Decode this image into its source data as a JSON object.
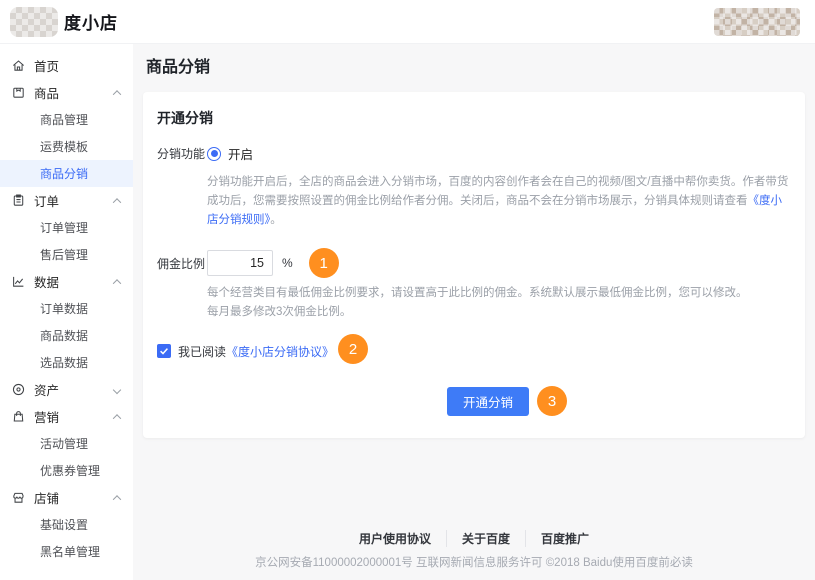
{
  "colors": {
    "primary_blue": "#3B6BF5",
    "badge_orange": "#FF8F1F",
    "active_item_bg": "#EDF3FE"
  },
  "header": {
    "app_name": "度小店",
    "logo": "blurred-logo",
    "user_area": "blurred-user-info"
  },
  "sidebar": {
    "items": [
      {
        "label": "首页",
        "icon": "home-icon"
      },
      {
        "label": "商品",
        "icon": "goods-icon",
        "state": "expanded"
      },
      {
        "label": "商品管理"
      },
      {
        "label": "运费模板"
      },
      {
        "label": "商品分销",
        "active": true
      },
      {
        "label": "订单",
        "icon": "order-icon",
        "state": "expanded"
      },
      {
        "label": "订单管理"
      },
      {
        "label": "售后管理"
      },
      {
        "label": "数据",
        "icon": "data-icon",
        "state": "expanded"
      },
      {
        "label": "订单数据"
      },
      {
        "label": "商品数据"
      },
      {
        "label": "选品数据"
      },
      {
        "label": "资产",
        "icon": "asset-icon",
        "state": "collapsed"
      },
      {
        "label": "营销",
        "icon": "marketing-icon",
        "state": "expanded"
      },
      {
        "label": "活动管理"
      },
      {
        "label": "优惠券管理"
      },
      {
        "label": "店铺",
        "icon": "shop-icon",
        "state": "expanded"
      },
      {
        "label": "基础设置"
      },
      {
        "label": "黑名单管理"
      }
    ]
  },
  "page": {
    "title": "商品分销",
    "card": {
      "section_title": "开通分销",
      "distribution_row": {
        "label": "分销功能",
        "radio_label": "开启",
        "radio_checked": true
      },
      "distribution_help": {
        "text": "分销功能开启后，全店的商品会进入分销市场，百度的内容创作者会在自己的视频/图文/直播中帮你卖货。作者带货成功后，您需要按照设置的佣金比例给作者分佣。关闭后，商品不会在分销市场展示，分销具体规则请查看",
        "link": "《度小店分销规则》",
        "suffix": "。"
      },
      "commission_row": {
        "label": "佣金比例",
        "value": "15",
        "unit": "%",
        "badge": "1"
      },
      "commission_help_line1": "每个经营类目有最低佣金比例要求，请设置高于此比例的佣金。系统默认展示最低佣金比例，您可以修改。",
      "commission_help_line2": "每月最多修改3次佣金比例。",
      "agreement_row": {
        "checked": true,
        "text": "我已阅读",
        "link": "《度小店分销协议》",
        "badge": "2"
      },
      "submit": {
        "label": "开通分销",
        "badge": "3"
      }
    }
  },
  "footer": {
    "links": [
      "用户使用协议",
      "关于百度",
      "百度推广"
    ],
    "copyright": "京公网安备11000002000001号 互联网新闻信息服务许可 ©2018 Baidu使用百度前必读"
  }
}
